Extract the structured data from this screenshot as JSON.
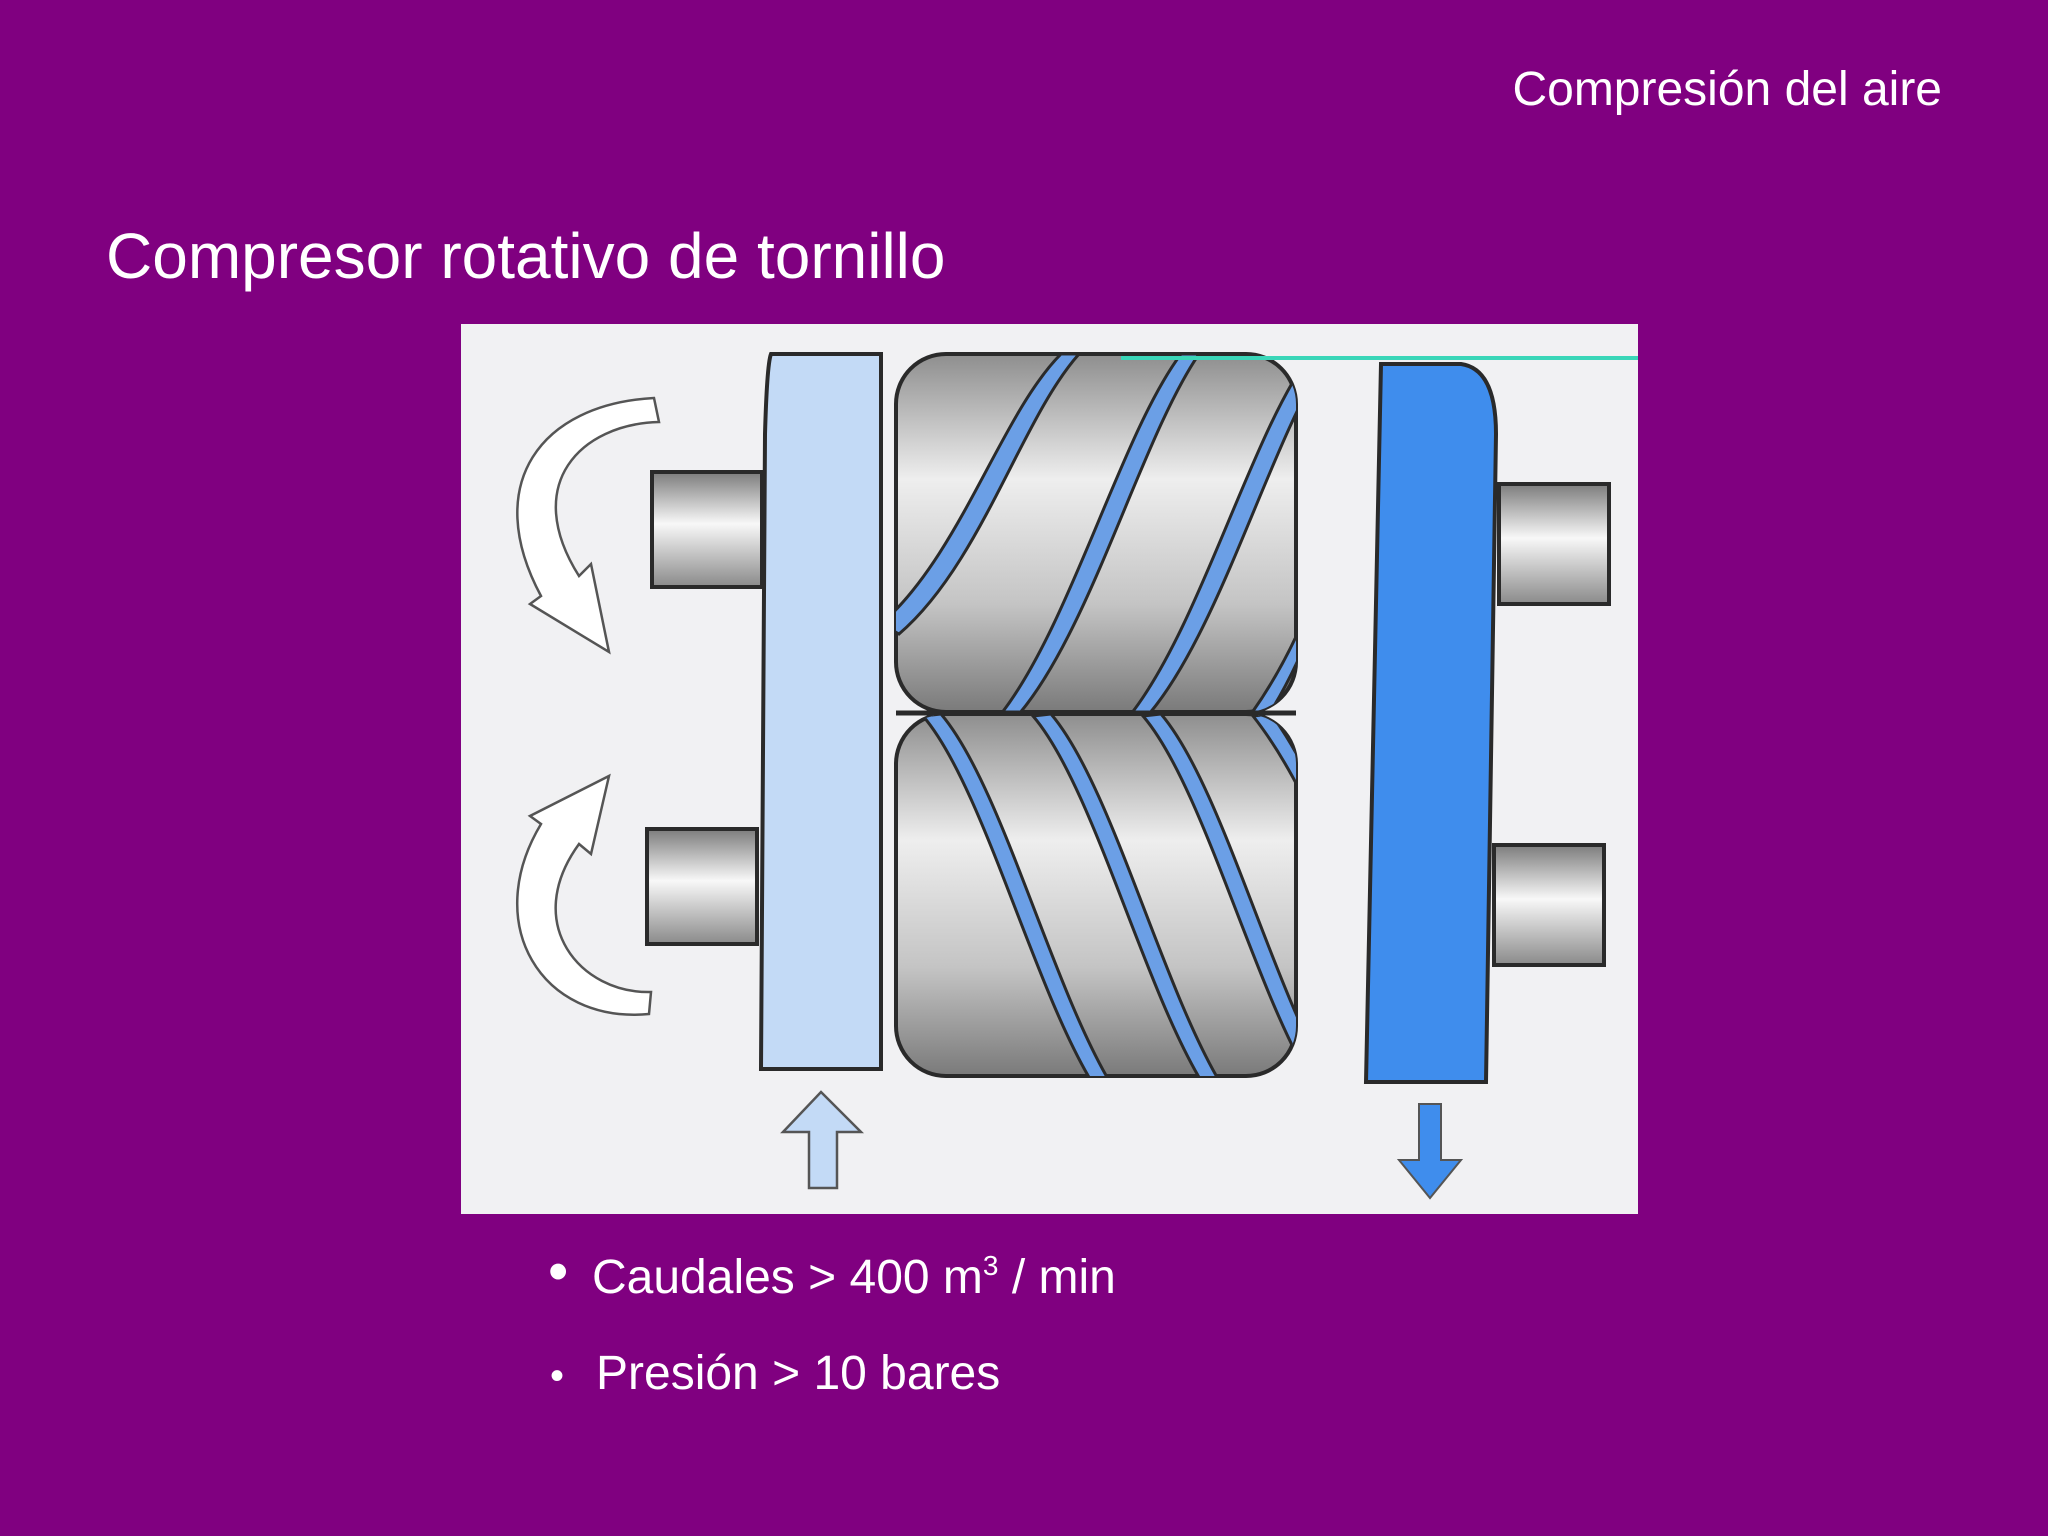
{
  "header": {
    "title": "Compresión del aire"
  },
  "slide": {
    "title": "Compresor rotativo de tornillo"
  },
  "figure": {
    "icons": [
      "rotation-arrow-clockwise-icon",
      "rotation-arrow-counterclockwise-icon",
      "inlet-arrow-up-icon",
      "outlet-arrow-down-icon"
    ],
    "colors": {
      "inlet_plate": "#c3daf6",
      "outlet_plate": "#3f8ded",
      "helix": "#6b9fe6",
      "rotor": "#b8b8b8",
      "background": "#f1f1f3"
    }
  },
  "bullets": [
    {
      "bullet": "•",
      "text_before": "Caudales > 400 m",
      "superscript": "3",
      "text_after": " / min"
    },
    {
      "bullet": "•",
      "text": "Presión > 10 bares"
    }
  ]
}
